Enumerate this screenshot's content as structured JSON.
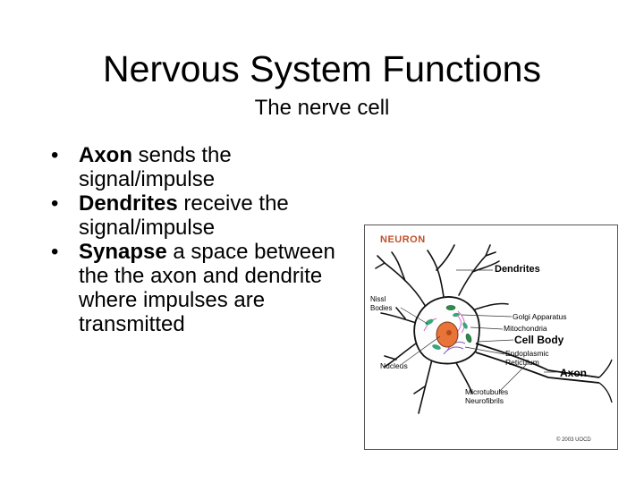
{
  "slide": {
    "title": "Nervous System Functions",
    "subtitle": "The nerve cell",
    "bullets": [
      {
        "bullet": "•",
        "term": "Axon",
        "text": " sends the signal/impulse"
      },
      {
        "bullet": "•",
        "term": "Dendrites",
        "text": " receive the signal/impulse"
      },
      {
        "bullet": "•",
        "term": "Synapse",
        "text": " a space between the the axon and dendrite where impulses are transmitted"
      }
    ]
  },
  "figure": {
    "heading": "NEURON",
    "labels": {
      "dendrites": "Dendrites",
      "nissl": "Nissl Bodies",
      "golgi": "Golgi Apparatus",
      "mitochondria": "Mitochondria",
      "cell_body": "Cell Body",
      "er": "Endoplasmic Reticulum",
      "nucleus": "Nucleus",
      "axon": "Axon",
      "microtubules": "Microtubules Neurofibrils",
      "copyright": "© 2003 UOCD"
    },
    "colors": {
      "heading": "#c0522a",
      "nucleus_fill": "#e8743a",
      "nissl": "#3aa57a",
      "golgi": "#d86cc8",
      "er": "#8a5ab8"
    }
  }
}
